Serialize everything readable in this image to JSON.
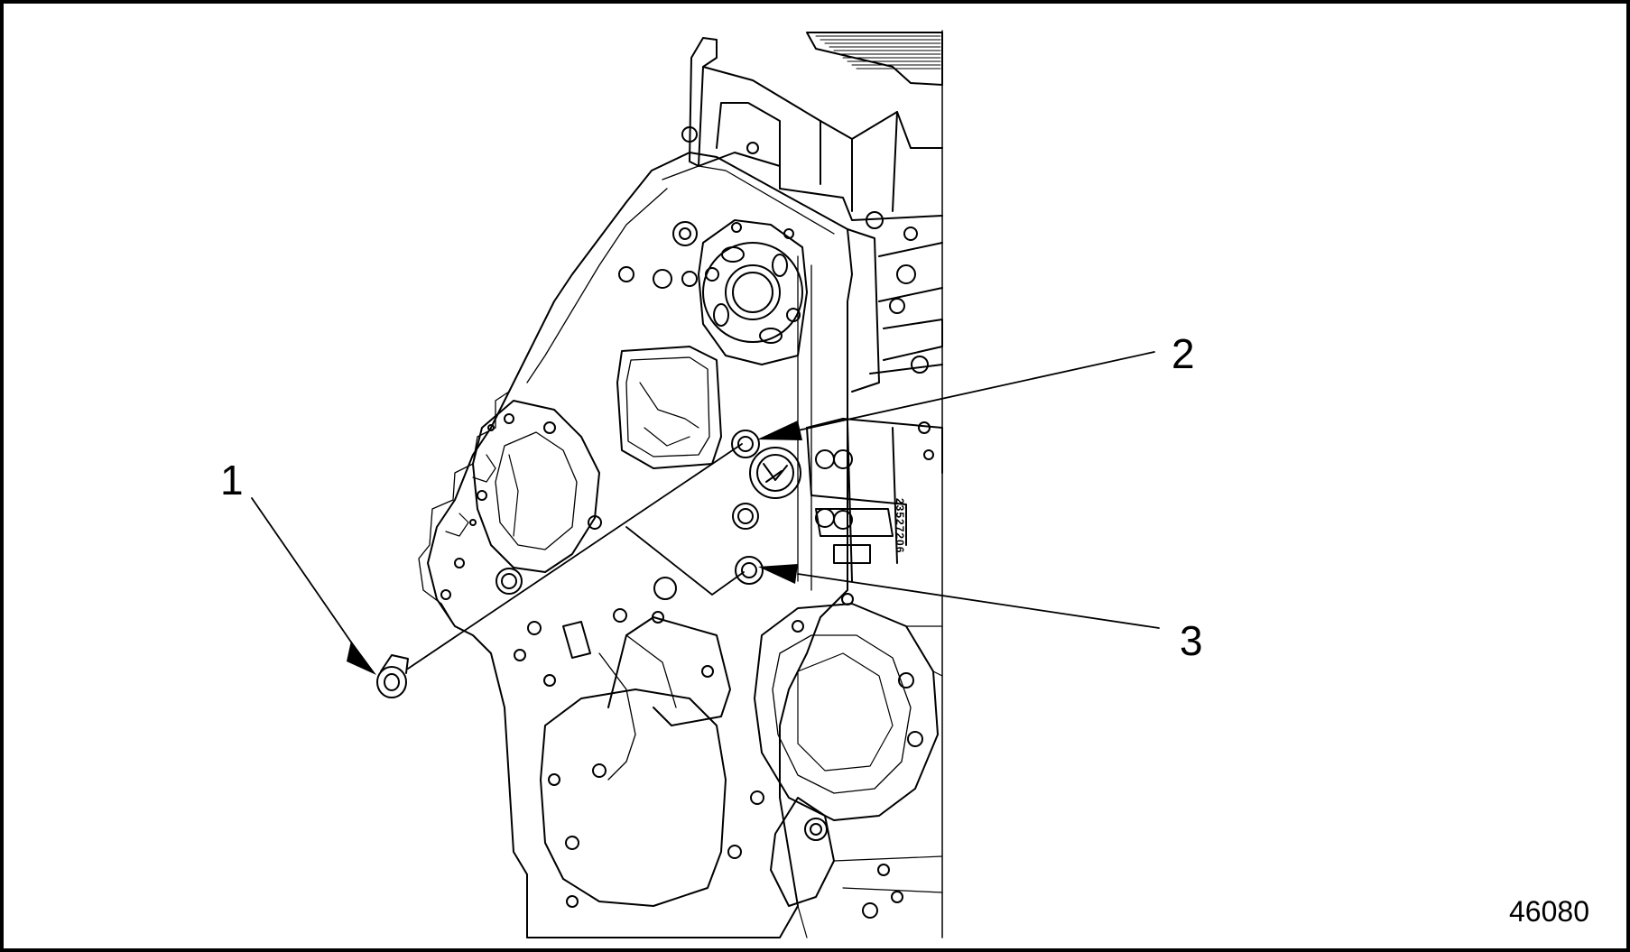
{
  "figure": {
    "callouts": [
      {
        "id": "1",
        "label": "1"
      },
      {
        "id": "2",
        "label": "2"
      },
      {
        "id": "3",
        "label": "3"
      }
    ],
    "figure_number": "46080",
    "serial_marking": "23527206"
  },
  "colors": {
    "ink": "#000000",
    "background": "#ffffff"
  }
}
